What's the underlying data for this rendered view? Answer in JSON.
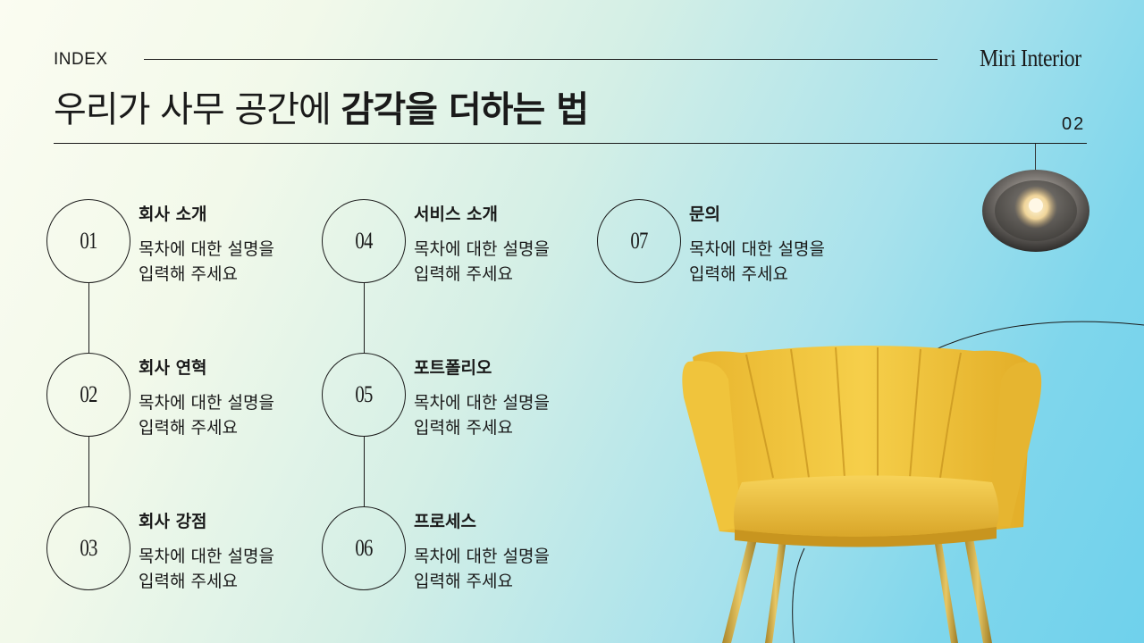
{
  "header": {
    "index_label": "INDEX",
    "brand": "Miri Interior",
    "title_light": "우리가 사무 공간에 ",
    "title_bold": "감각을 더하는 법",
    "page_number": "02"
  },
  "items": [
    {
      "number": "01",
      "title": "회사 소개",
      "desc_line1": "목차에 대한 설명을",
      "desc_line2": "입력해 주세요"
    },
    {
      "number": "02",
      "title": "회사 연혁",
      "desc_line1": "목차에 대한 설명을",
      "desc_line2": "입력해 주세요"
    },
    {
      "number": "03",
      "title": "회사 강점",
      "desc_line1": "목차에 대한 설명을",
      "desc_line2": "입력해 주세요"
    },
    {
      "number": "04",
      "title": "서비스 소개",
      "desc_line1": "목차에 대한 설명을",
      "desc_line2": "입력해 주세요"
    },
    {
      "number": "05",
      "title": "포트폴리오",
      "desc_line1": "목차에 대한 설명을",
      "desc_line2": "입력해 주세요"
    },
    {
      "number": "06",
      "title": "프로세스",
      "desc_line1": "목차에 대한 설명을",
      "desc_line2": "입력해 주세요"
    },
    {
      "number": "07",
      "title": "문의",
      "desc_line1": "목차에 대한 설명을",
      "desc_line2": "입력해 주세요"
    }
  ],
  "images": {
    "lamp": "pendant-lamp",
    "chair": "yellow-velvet-armchair"
  },
  "colors": {
    "chair_yellow": "#f2c53d",
    "chair_legs": "#c9a23a",
    "ink": "#1a1a1a"
  }
}
